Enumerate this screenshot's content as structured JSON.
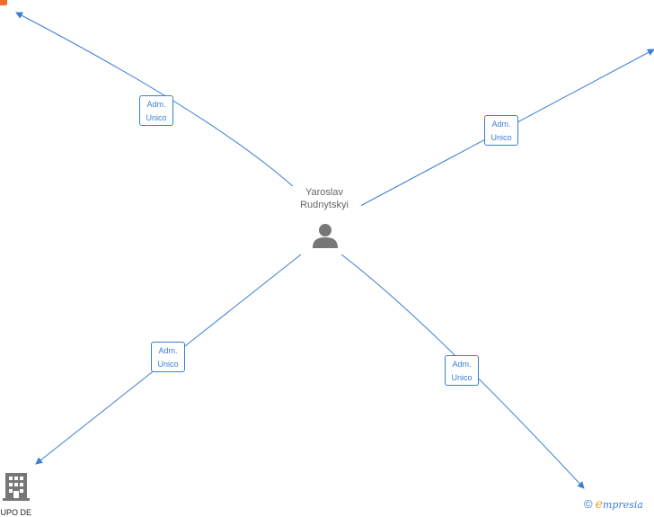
{
  "center_person": {
    "name_line1": "Yaroslav",
    "name_line2": "Rudnytskyi",
    "icon": "person-icon"
  },
  "relations": [
    {
      "line1": "Adm.",
      "line2": "Unico"
    },
    {
      "line1": "Adm.",
      "line2": "Unico"
    },
    {
      "line1": "Adm.",
      "line2": "Unico"
    },
    {
      "line1": "Adm.",
      "line2": "Unico"
    }
  ],
  "companies": [
    {
      "label": "RUPO DE",
      "icon": "building-icon"
    }
  ],
  "footer": {
    "copyright": "©",
    "brand_first": "e",
    "brand_rest": "mpresia"
  },
  "colors": {
    "edge": "#3a7fd5",
    "node_icon": "#777777",
    "accent": "#f26b2a",
    "brand": "#f0a020"
  }
}
